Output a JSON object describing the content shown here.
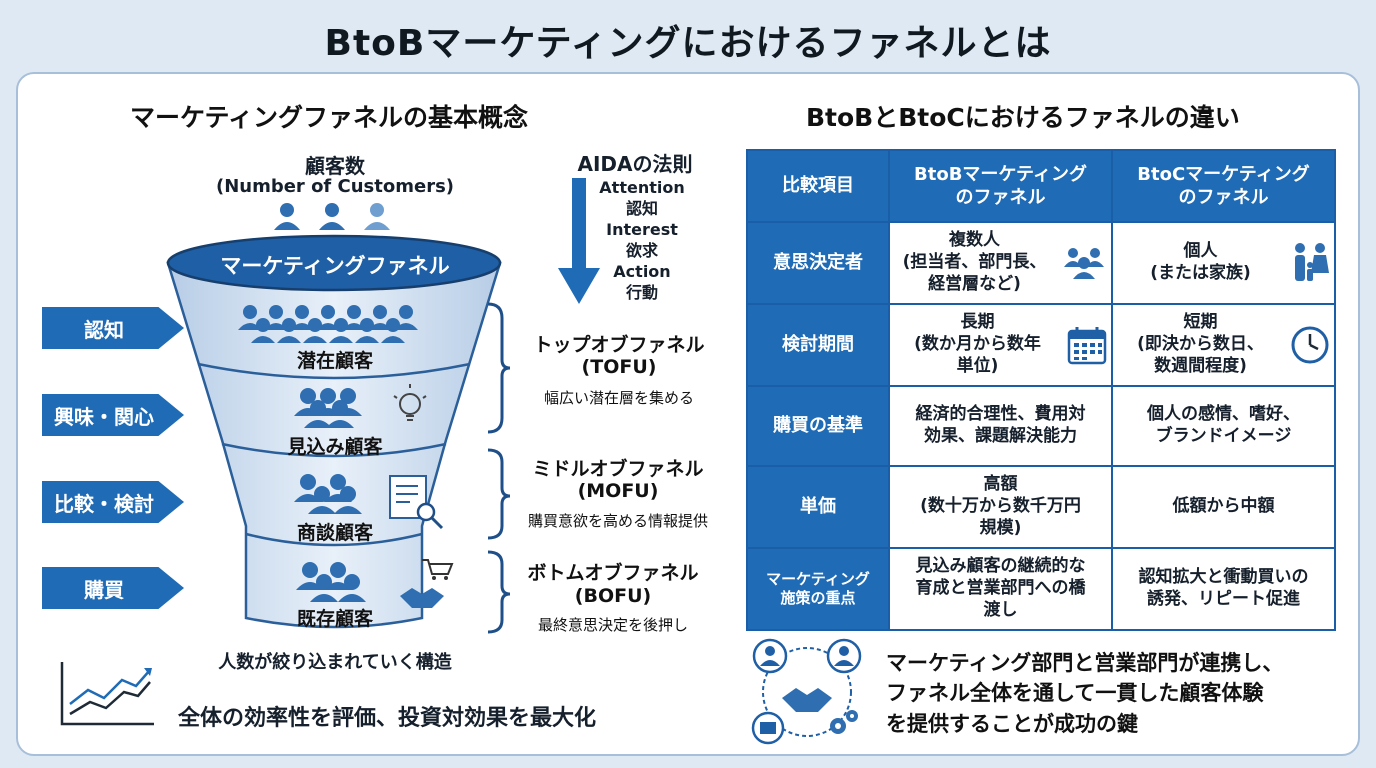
{
  "title": "BtoBマーケティングにおけるファネルとは",
  "left": {
    "title": "マーケティングファネルの基本概念",
    "customers_label": "顧客数",
    "customers_sub": "(Number of Customers)",
    "aida": {
      "title": "AIDAの法則",
      "items": [
        "Attention",
        "認知",
        "Interest",
        "欲求",
        "Action",
        "行動"
      ]
    },
    "funnel_title": "マーケティングファネル",
    "levels": [
      "潜在顧客",
      "見込み顧客",
      "商談顧客",
      "既存顧客"
    ],
    "stages": [
      "認知",
      "興味・関心",
      "比較・検討",
      "購買"
    ],
    "brackets": [
      {
        "title": "トップオブファネル",
        "code": "(TOFU)",
        "desc": "幅広い潜在層を集める"
      },
      {
        "title": "ミドルオブファネル",
        "code": "(MOFU)",
        "desc": "購買意欲を高める情報提供"
      },
      {
        "title": "ボトムオブファネル",
        "code": "(BOFU)",
        "desc": "最終意思決定を後押し"
      }
    ],
    "structure_note": "人数が絞り込まれていく構造",
    "efficiency_note": "全体の効率性を評価、投資対効果を最大化"
  },
  "right": {
    "title": "BtoBとBtoCにおけるファネルの違い",
    "table": {
      "headers": [
        "比較項目",
        "BtoBマーケティング\nのファネル",
        "BtoCマーケティング\nのファネル"
      ],
      "rows": [
        {
          "label": "意思決定者",
          "btob": "複数人\n(担当者、部門長、\n経営層など)",
          "btoc": "個人\n(または家族)"
        },
        {
          "label": "検討期間",
          "btob": "長期\n(数か月から数年\n単位)",
          "btoc": "短期\n(即決から数日、\n数週間程度)"
        },
        {
          "label": "購買の基準",
          "btob": "経済的合理性、費用対\n効果、課題解決能力",
          "btoc": "個人の感情、嗜好、\nブランドイメージ"
        },
        {
          "label": "単価",
          "btob": "高額\n(数十万から数千万円\n規模)",
          "btoc": "低額から中額"
        },
        {
          "label": "マーケティング\n施策の重点",
          "btob": "見込み顧客の継続的な\n育成と営業部門への橋\n渡し",
          "btoc": "認知拡大と衝動買いの\n誘発、リピート促進"
        }
      ]
    },
    "conclusion": "マーケティング部門と営業部門が連携し、\nファネル全体を通して一貫した顧客体験\nを提供することが成功の鍵"
  },
  "colors": {
    "primary": "#1f6bb5",
    "dark": "#17497f",
    "funnel_top": "#dde9f6",
    "funnel_bottom": "#b9cfe8",
    "background": "#dfe9f4"
  }
}
